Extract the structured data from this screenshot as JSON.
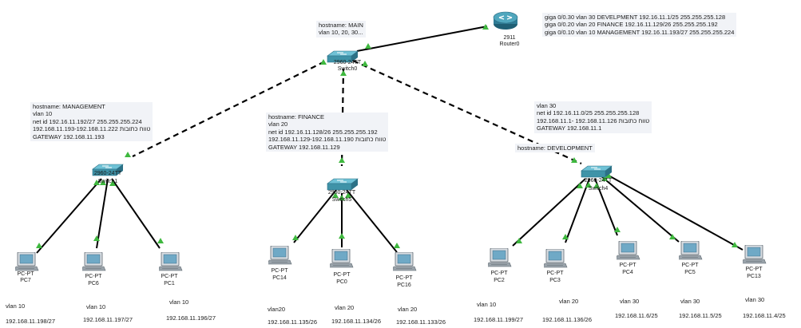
{
  "router": {
    "model": "2911",
    "name": "Router0",
    "subinterfaces": [
      "giga 0/0.30 vlan 30 DEVELPMENT 192.16.11.1/25    255.255.255.128",
      "giga 0/0.20 vlan 20 FINANCE    192.16.11.129/26 255.255.255.192",
      "giga 0/0.10 vlan 10 MANAGEMENT 192.16.11.193/27    255.255.255.224"
    ]
  },
  "switches": {
    "main": {
      "model": "2960-24TT",
      "name": "Switch0",
      "note": [
        "hostname: MAIN",
        "vlan 10, 20, 30..."
      ]
    },
    "management": {
      "model": "2960-24TT",
      "name": "Switch1",
      "note": [
        "hostname: MANAGEMENT",
        "vlan 10",
        "net id 192.16.11.192/27   255.255.255.224",
        "192.168.11.193-192.168.11.222 טווח כתובות",
        "GATEWAY  192.168.11.193"
      ]
    },
    "finance": {
      "model": "2960-24TT",
      "name": "Switch5",
      "note": [
        "hostname: FINANCE",
        "vlan 20",
        "net id 192.16.11.128/26     255.255.255.192",
        "192.168.11.129-192.168.11.190 טווח כתובות",
        "GATEWAY  192.168.11.129"
      ]
    },
    "development": {
      "model": "2960-24TT",
      "name": "Switch4",
      "note": [
        "vlan 30",
        "net id 192.16.11.0/25     255.255.255.128",
        "192.168.11.1- 192.168.11.126 טווח כתובות",
        "GATEWAY 192.168.11.1"
      ],
      "hostname": "hostname: DEVELOPMENT"
    }
  },
  "pcs": [
    {
      "type": "PC-PT",
      "name": "PC7",
      "vlan": "vlan 10",
      "ip": "192.168.11.198/27"
    },
    {
      "type": "PC-PT",
      "name": "PC6",
      "vlan": "vlan 10",
      "ip": "192.168.11.197/27"
    },
    {
      "type": "PC-PT",
      "name": "PC1",
      "vlan": "vlan 10",
      "ip": "192.168.11.196/27"
    },
    {
      "type": "PC-PT",
      "name": "PC14",
      "vlan": "vlan20",
      "ip": "192.168.11.135/26"
    },
    {
      "type": "PC-PT",
      "name": "PC0",
      "vlan": "vlan 20",
      "ip": "192.168.11.134/26"
    },
    {
      "type": "PC-PT",
      "name": "PC16",
      "vlan": "vlan 20",
      "ip": "192.168.11.133/26"
    },
    {
      "type": "PC-PT",
      "name": "PC2",
      "vlan": "vlan 10",
      "ip": "192.168.11.199/27"
    },
    {
      "type": "PC-PT",
      "name": "PC3",
      "vlan": "vlan 20",
      "ip": "192.168.11.136/26"
    },
    {
      "type": "PC-PT",
      "name": "PC4",
      "vlan": "vlan 30",
      "ip": "192.168.11.6/25"
    },
    {
      "type": "PC-PT",
      "name": "PC5",
      "vlan": "vlan 30",
      "ip": "192.168.11.5/25"
    },
    {
      "type": "PC-PT",
      "name": "PC13",
      "vlan": "vlan 30",
      "ip": "192.168.11.4/25"
    }
  ],
  "colors": {
    "link": "#000000",
    "port_up": "#3fb83f",
    "switch_body": "#3f93a8",
    "router_body": "#2f7d96",
    "note_bg": "#f1f3f7"
  },
  "icons": [
    "router-icon",
    "switch-icon",
    "pc-icon",
    "port-status-icon"
  ]
}
